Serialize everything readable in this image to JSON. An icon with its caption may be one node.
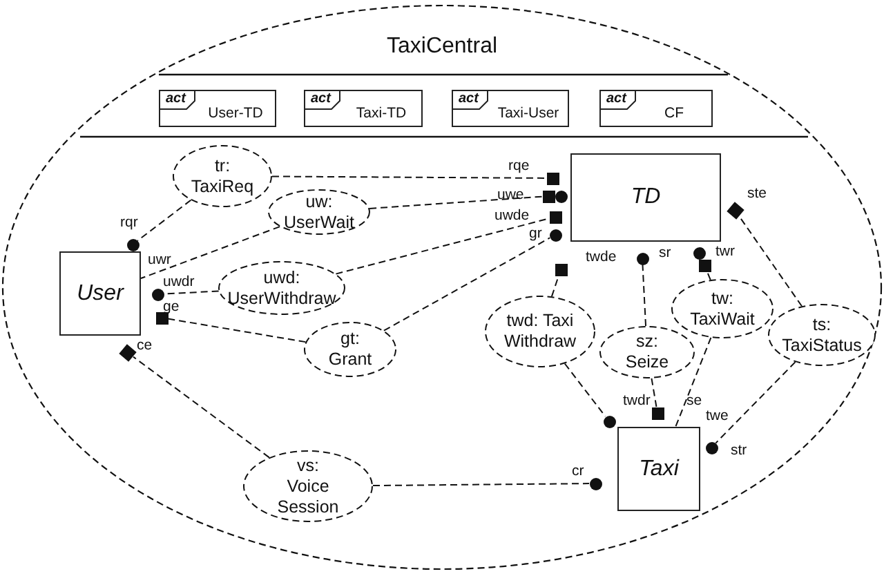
{
  "diagram": {
    "nodes": [
      {
        "text": [
          "TaxiCentral"
        ]
      },
      {
        "text": [
          "act",
          "User-TD"
        ],
        "in": 0
      },
      {
        "text": [
          "act",
          "Taxi-TD"
        ],
        "in": 0
      },
      {
        "text": [
          "act",
          "Taxi-User"
        ],
        "in": 0
      },
      {
        "text": [
          "act",
          "CF"
        ],
        "in": 0
      },
      {
        "text": [
          "tr: TaxiReq"
        ],
        "in": 0
      },
      {
        "text": [
          "uw: UserWait"
        ],
        "in": 0
      },
      {
        "text": [
          "uwd: UserWithdraw"
        ],
        "in": 0
      },
      {
        "text": [
          "gt: Grant"
        ],
        "in": 0
      },
      {
        "text": [
          "User"
        ],
        "in": 0
      },
      {
        "text": [
          "TD"
        ],
        "in": 0
      },
      {
        "text": [
          "twd: Taxi Withdraw"
        ],
        "in": 0
      },
      {
        "text": [
          "sz: Seize"
        ],
        "in": 0
      },
      {
        "text": [
          "tw: TaxiWait"
        ],
        "in": 0
      },
      {
        "text": [
          "ts: TaxiStatus"
        ],
        "in": 0
      },
      {
        "text": [
          "vs: Voice Session"
        ],
        "in": 0
      },
      {
        "text": [
          "Taxi"
        ],
        "in": 0
      },
      {
        "text": [],
        "shape": "circle",
        "beside": [
          "rqr"
        ],
        "in": 0
      },
      {
        "text": [],
        "shape": "circle",
        "beside": [
          "uwdr"
        ],
        "in": 0
      },
      {
        "text": [],
        "shape": "box",
        "beside": [
          "ge"
        ],
        "in": 0
      },
      {
        "text": [],
        "shape": "box",
        "beside": [
          "ce"
        ],
        "in": 0
      },
      {
        "text": [],
        "shape": "box",
        "beside": [
          "rqe"
        ],
        "in": 0
      },
      {
        "text": [],
        "shape": "box",
        "beside": [
          "uwe"
        ],
        "in": 0
      },
      {
        "text": [],
        "shape": "circle",
        "in": 0
      },
      {
        "text": [],
        "shape": "box",
        "beside": [
          "uwde"
        ],
        "in": 0
      },
      {
        "text": [],
        "shape": "circle",
        "beside": [
          "gr"
        ],
        "in": 0
      },
      {
        "text": [],
        "shape": "box",
        "beside": [
          "ste"
        ],
        "in": 0
      },
      {
        "text": [],
        "shape": "box",
        "in": 0
      },
      {
        "text": [],
        "shape": "circle",
        "beside": [
          "sr"
        ],
        "in": 0
      },
      {
        "text": [],
        "shape": "circle",
        "beside": [
          "twr"
        ],
        "in": 0
      },
      {
        "text": [],
        "shape": "box",
        "in": 0
      },
      {
        "text": [],
        "shape": "circle",
        "in": 0
      },
      {
        "text": [],
        "shape": "box",
        "in": 0
      },
      {
        "text": [],
        "shape": "circle",
        "beside": [
          "str"
        ],
        "in": 0
      },
      {
        "text": [],
        "shape": "circle",
        "beside": [
          "cr"
        ],
        "in": 0
      }
    ],
    "edges": [
      {
        "from": 5,
        "to": 17,
        "arrow": "none",
        "style": "dashed"
      },
      {
        "from": 5,
        "to": 21,
        "arrow": "none",
        "style": "dashed"
      },
      {
        "from": 6,
        "to": 9,
        "arrow": "none",
        "style": "dashed"
      },
      {
        "from": 6,
        "to": 22,
        "arrow": "none",
        "style": "dashed"
      },
      {
        "from": 7,
        "to": 18,
        "arrow": "none",
        "style": "dashed"
      },
      {
        "from": 7,
        "to": 24,
        "arrow": "none",
        "style": "dashed"
      },
      {
        "from": 8,
        "to": 19,
        "arrow": "none",
        "style": "dashed"
      },
      {
        "from": 8,
        "to": 25,
        "arrow": "none",
        "style": "dashed"
      },
      {
        "from": 11,
        "to": 27,
        "arrow": "none",
        "style": "dashed"
      },
      {
        "from": 11,
        "to": 31,
        "arrow": "none",
        "style": "dashed"
      },
      {
        "from": 12,
        "to": 28,
        "arrow": "none",
        "style": "dashed"
      },
      {
        "from": 12,
        "to": 32,
        "arrow": "none",
        "style": "dashed"
      },
      {
        "from": 13,
        "to": 30,
        "arrow": "none",
        "style": "dashed"
      },
      {
        "from": 13,
        "to": 16,
        "arrow": "none",
        "style": "dashed"
      },
      {
        "from": 14,
        "to": 26,
        "arrow": "none",
        "style": "dashed"
      },
      {
        "from": 14,
        "to": 33,
        "arrow": "none",
        "style": "dashed"
      },
      {
        "from": 15,
        "to": 20,
        "arrow": "none",
        "style": "dashed"
      },
      {
        "from": 15,
        "to": 34,
        "arrow": "none",
        "style": "dashed"
      }
    ],
    "labels": [
      "uwr",
      "twde",
      "twdr",
      "se",
      "twe"
    ]
  }
}
